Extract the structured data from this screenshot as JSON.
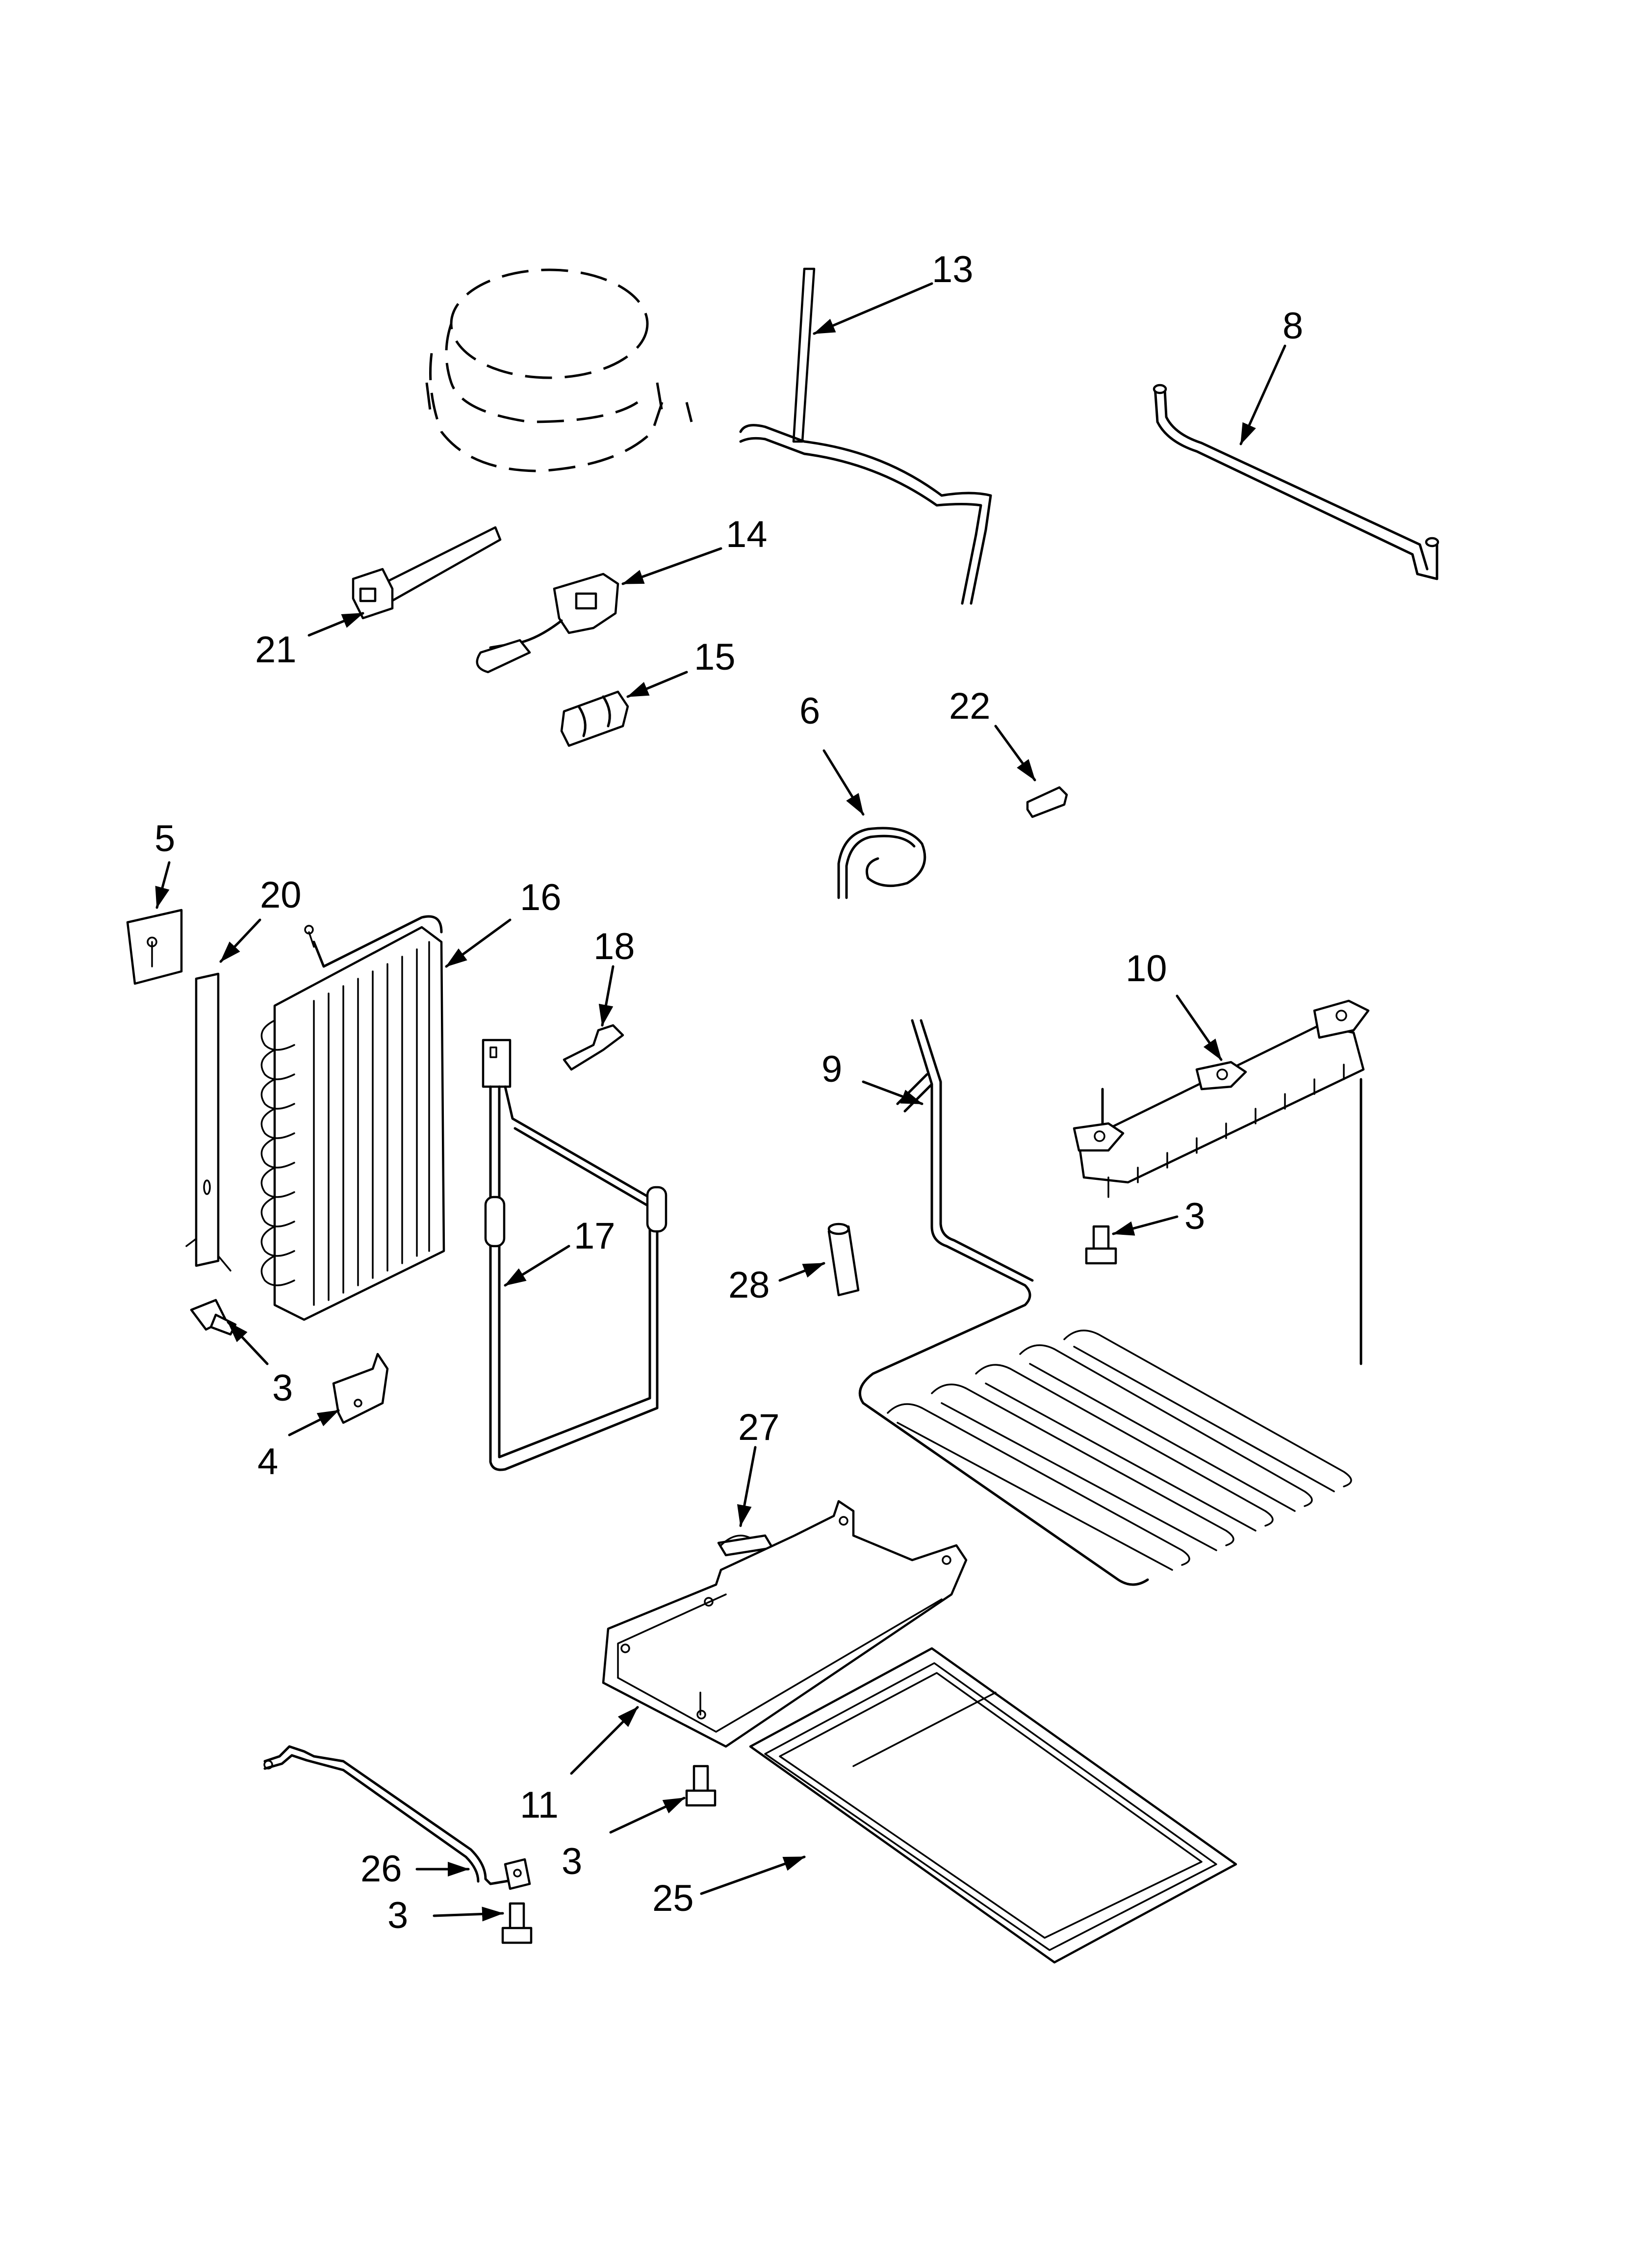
{
  "callouts": {
    "c13": "13",
    "c8": "8",
    "c14": "14",
    "c21": "21",
    "c15": "15",
    "c6": "6",
    "c22": "22",
    "c5": "5",
    "c20": "20",
    "c16": "16",
    "c18": "18",
    "c10": "10",
    "c9": "9",
    "c3a": "3",
    "c17": "17",
    "c28": "28",
    "c3b": "3",
    "c4": "4",
    "c27": "27",
    "c11": "11",
    "c3c": "3",
    "c25": "25",
    "c26": "26",
    "c3d": "3"
  }
}
